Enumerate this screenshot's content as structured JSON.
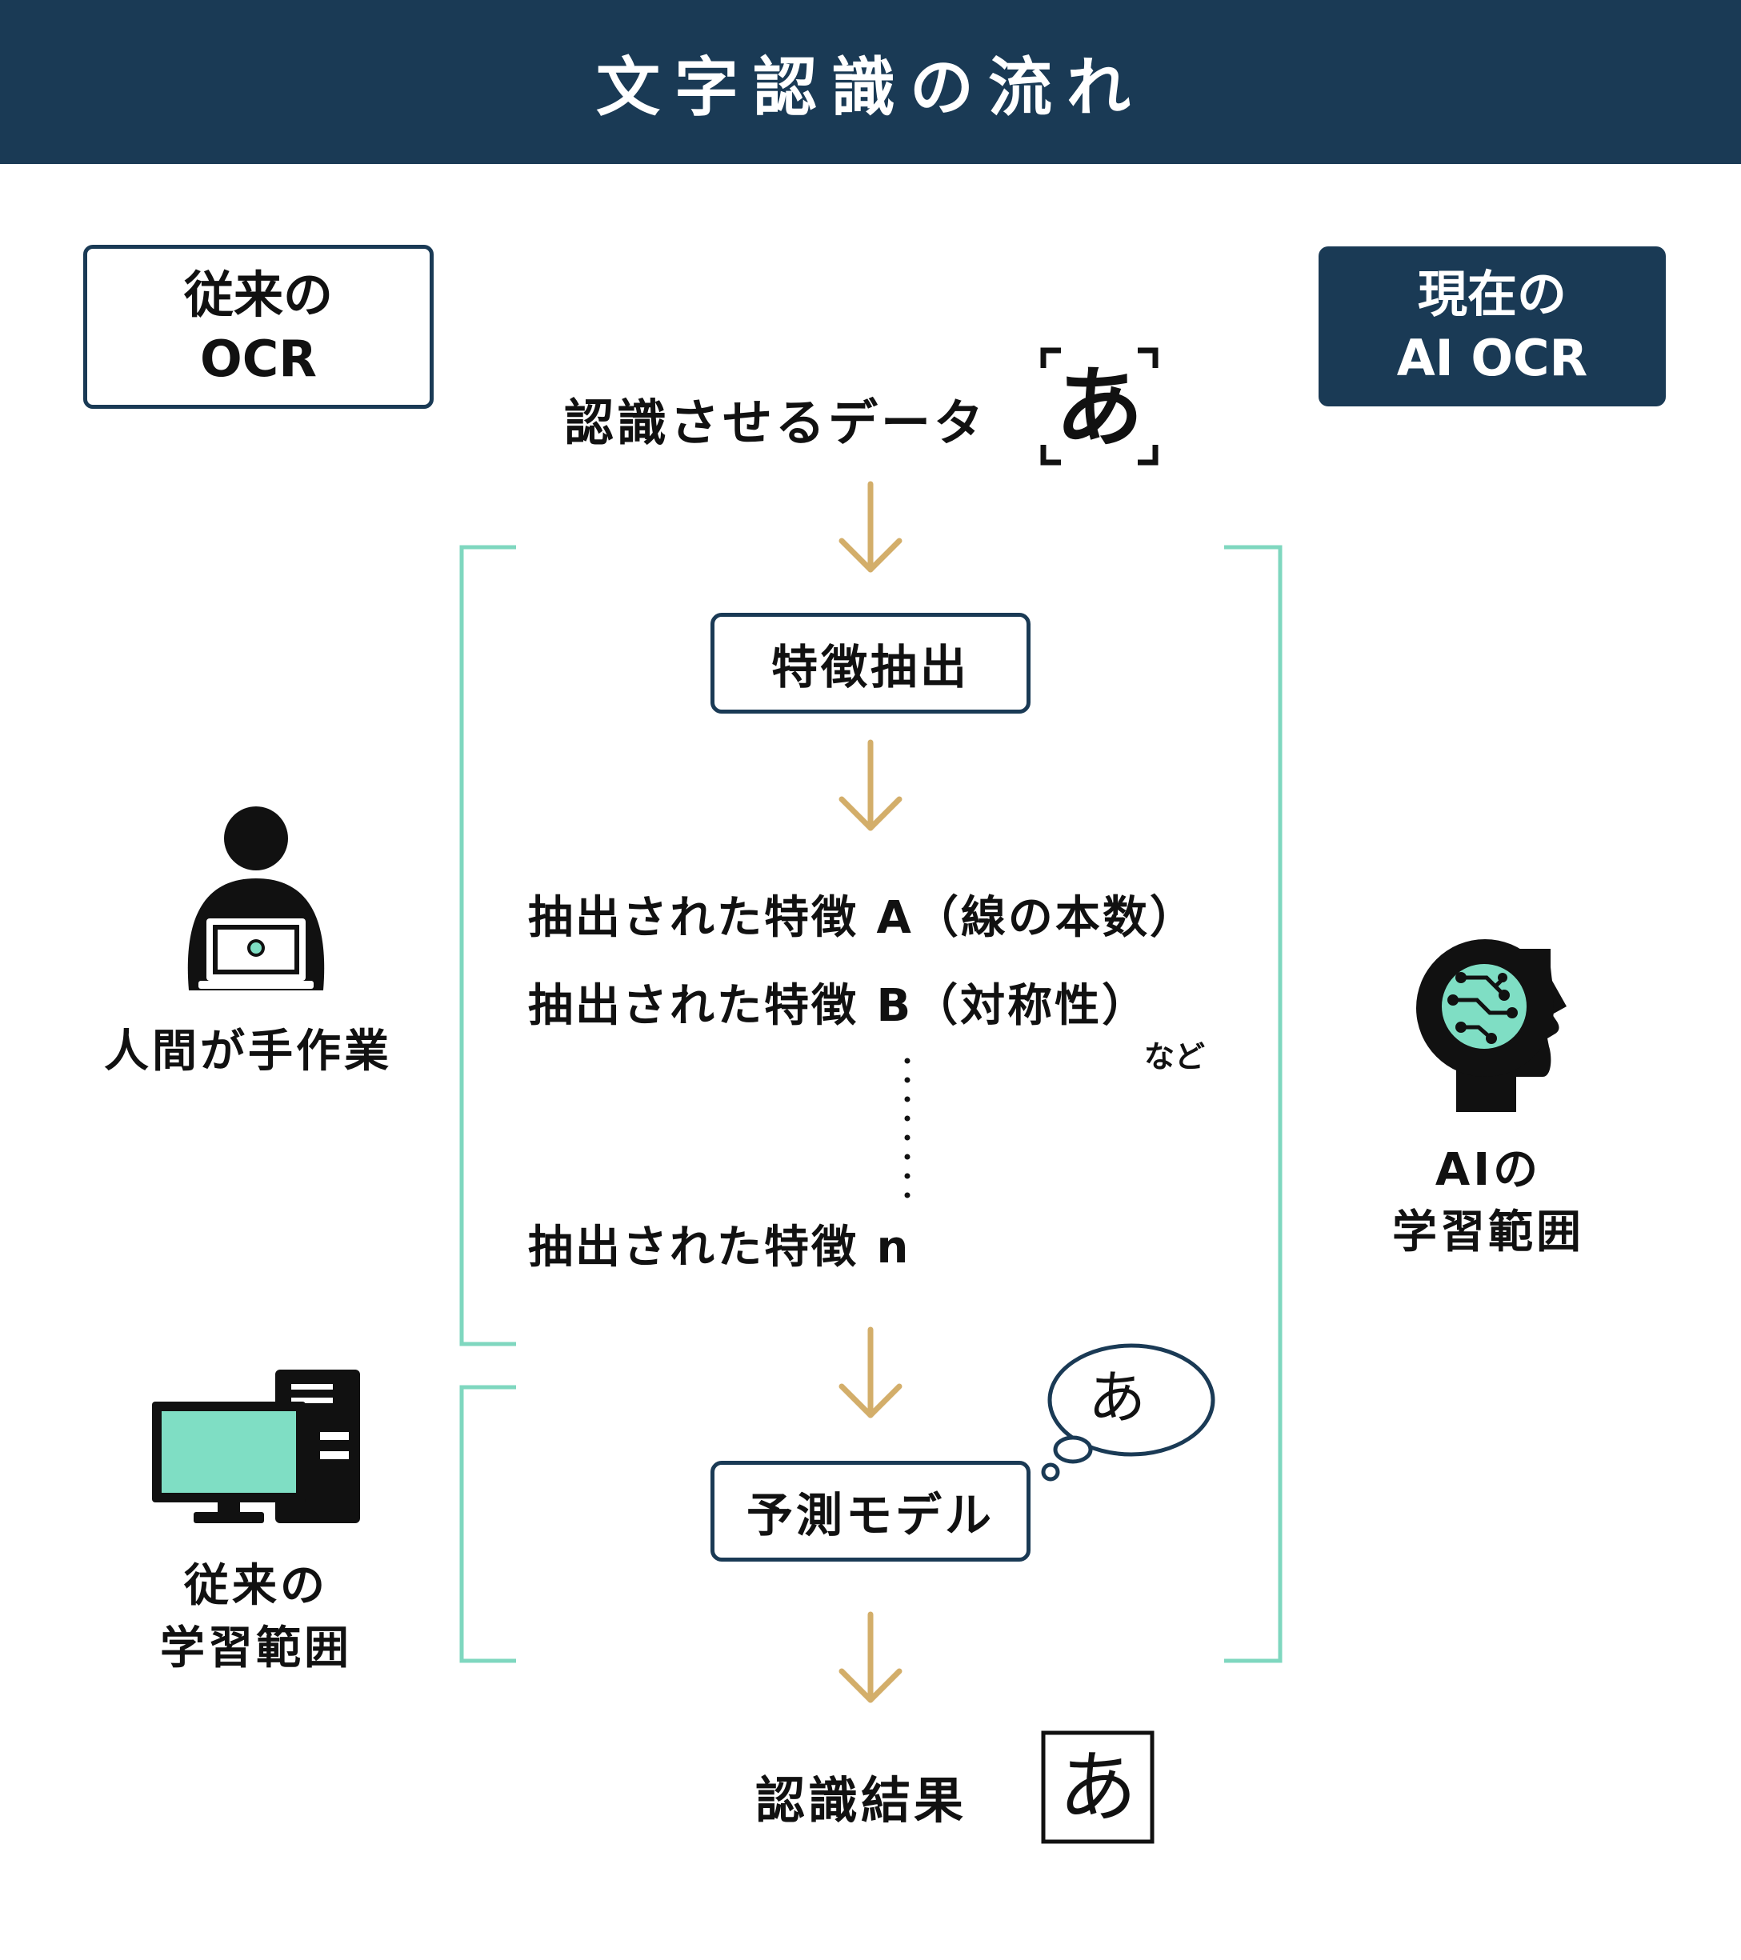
{
  "title": "文字認識の流れ",
  "left_box": {
    "line1": "従来の",
    "line2": "OCR"
  },
  "right_box": {
    "line1": "現在の",
    "line2": "AI OCR"
  },
  "input": {
    "label": "認識させるデータ",
    "char": "あ"
  },
  "feature_extraction": {
    "label": "特徴抽出"
  },
  "features": [
    "抽出された特徴 A（線の本数）",
    "抽出された特徴 B（対称性）",
    "抽出された特徴 n"
  ],
  "features_note": "など",
  "human": {
    "label": "人間が手作業"
  },
  "ai_scope": {
    "line1": "AIの",
    "line2": "学習範囲"
  },
  "conventional_scope": {
    "line1": "従来の",
    "line2": "学習範囲"
  },
  "prediction_model": {
    "label": "予測モデル",
    "thought_char": "あ"
  },
  "result": {
    "label": "認識結果",
    "char": "あ"
  },
  "colors": {
    "navy": "#1a3a55",
    "arrow": "#d3ae6a",
    "bracket": "#7fd7bf",
    "accent": "#7fdec4"
  }
}
